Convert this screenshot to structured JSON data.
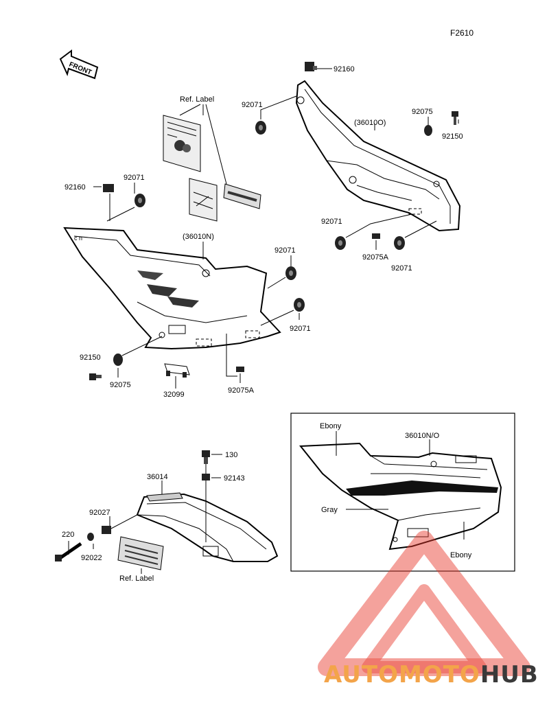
{
  "figure_code": "F2610",
  "front_arrow": "FRONT",
  "part_labels": {
    "p92160_top": "92160",
    "p92071_a": "92071",
    "p36010O": "(36010O)",
    "p92075_top": "92075",
    "p92150_top": "92150",
    "ref_label_top": "Ref. Label",
    "p92160_left": "92160",
    "p92071_left": "92071",
    "p36010N": "(36010N)",
    "p92071_mid": "92071",
    "p92071_r1": "92071",
    "p92075A_r": "92075A",
    "p92071_r2": "92071",
    "p92071_low": "92071",
    "p92150_left": "92150",
    "p92075_left": "92075",
    "p32099": "32099",
    "p92075A_low": "92075A",
    "p130": "130",
    "p36014": "36014",
    "p92143": "92143",
    "p92027": "92027",
    "p220": "220",
    "p92022": "92022",
    "ref_label_bottom": "Ref. Label"
  },
  "inset": {
    "ebony_top": "Ebony",
    "part_no": "36010N/O",
    "gray": "Gray",
    "ebony_bottom": "Ebony"
  },
  "watermark": {
    "part1": "AUTOMOTO",
    "part2": "HUB",
    "color_primary": "#e8392b",
    "color_secondary": "#f3a44a",
    "color_dark": "#3a3a3a"
  }
}
